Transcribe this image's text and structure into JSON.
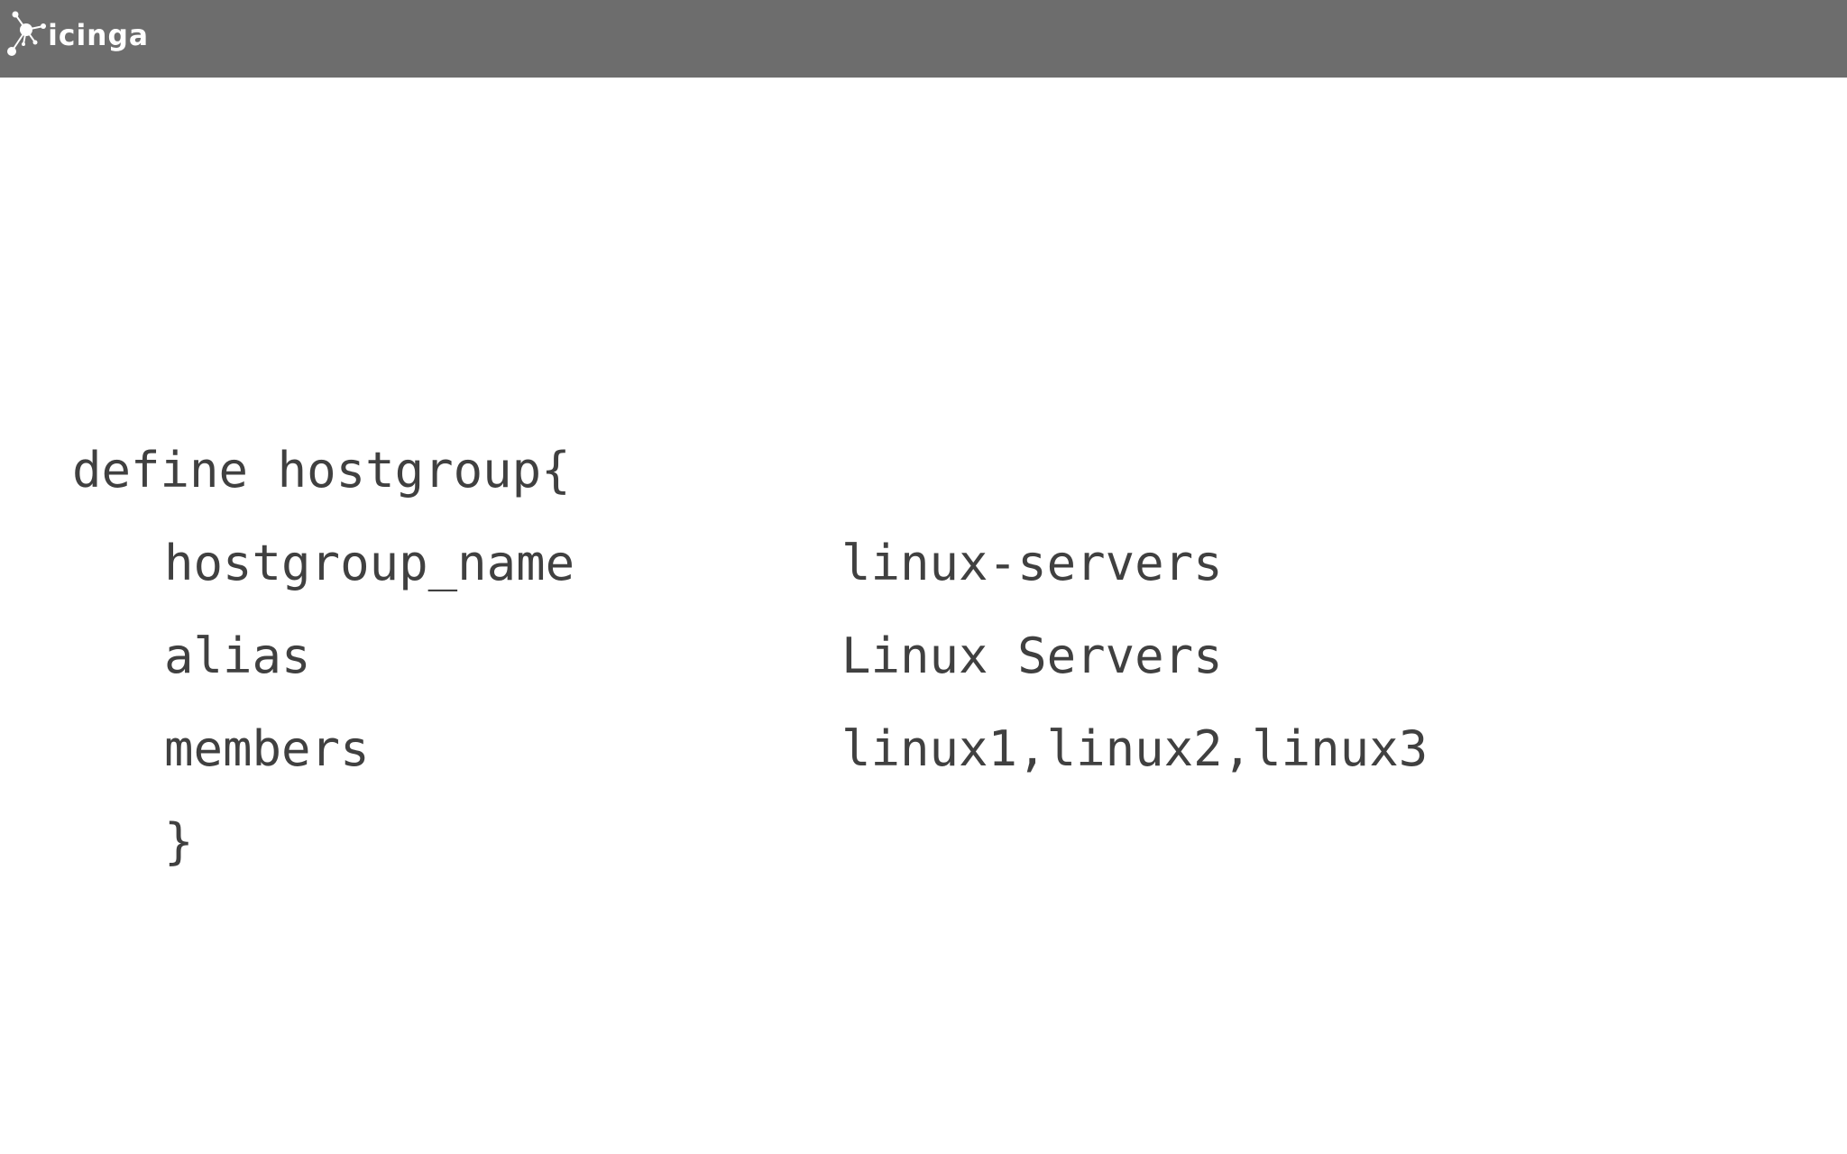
{
  "header": {
    "brand": "icinga",
    "background_color": "#6d6d6d",
    "logo_icon": "network-nodes-icon"
  },
  "code": {
    "opening": "define hostgroup{",
    "directives": [
      {
        "key": "hostgroup_name",
        "value": "linux-servers"
      },
      {
        "key": "alias",
        "value": "Linux Servers"
      },
      {
        "key": "members",
        "value": "linux1,linux2,linux3"
      }
    ],
    "closing": "}",
    "text_color": "#404040"
  }
}
